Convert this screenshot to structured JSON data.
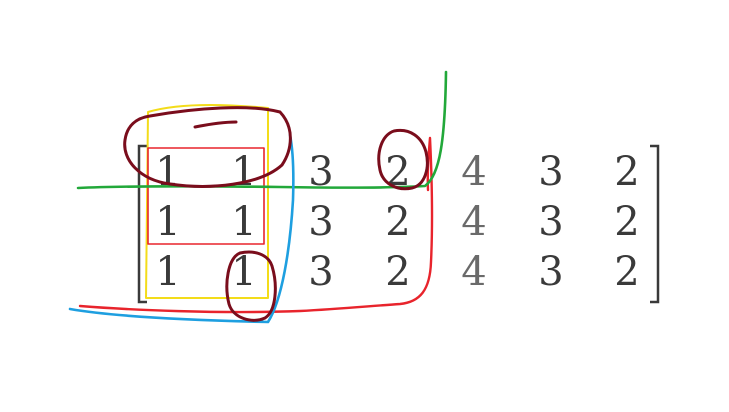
{
  "matrix": {
    "rows": [
      [
        "1",
        "1",
        "3",
        "2",
        "4",
        "3",
        "2"
      ],
      [
        "1",
        "1",
        "3",
        "2",
        "4",
        "3",
        "2"
      ],
      [
        "1",
        "1",
        "3",
        "2",
        "4",
        "3",
        "2"
      ]
    ]
  },
  "annotation_colors": {
    "maroon": "#7a0d1c",
    "red": "#e8242c",
    "green": "#22a83a",
    "blue": "#1e9fe0",
    "yellow": "#f3dc1a"
  }
}
